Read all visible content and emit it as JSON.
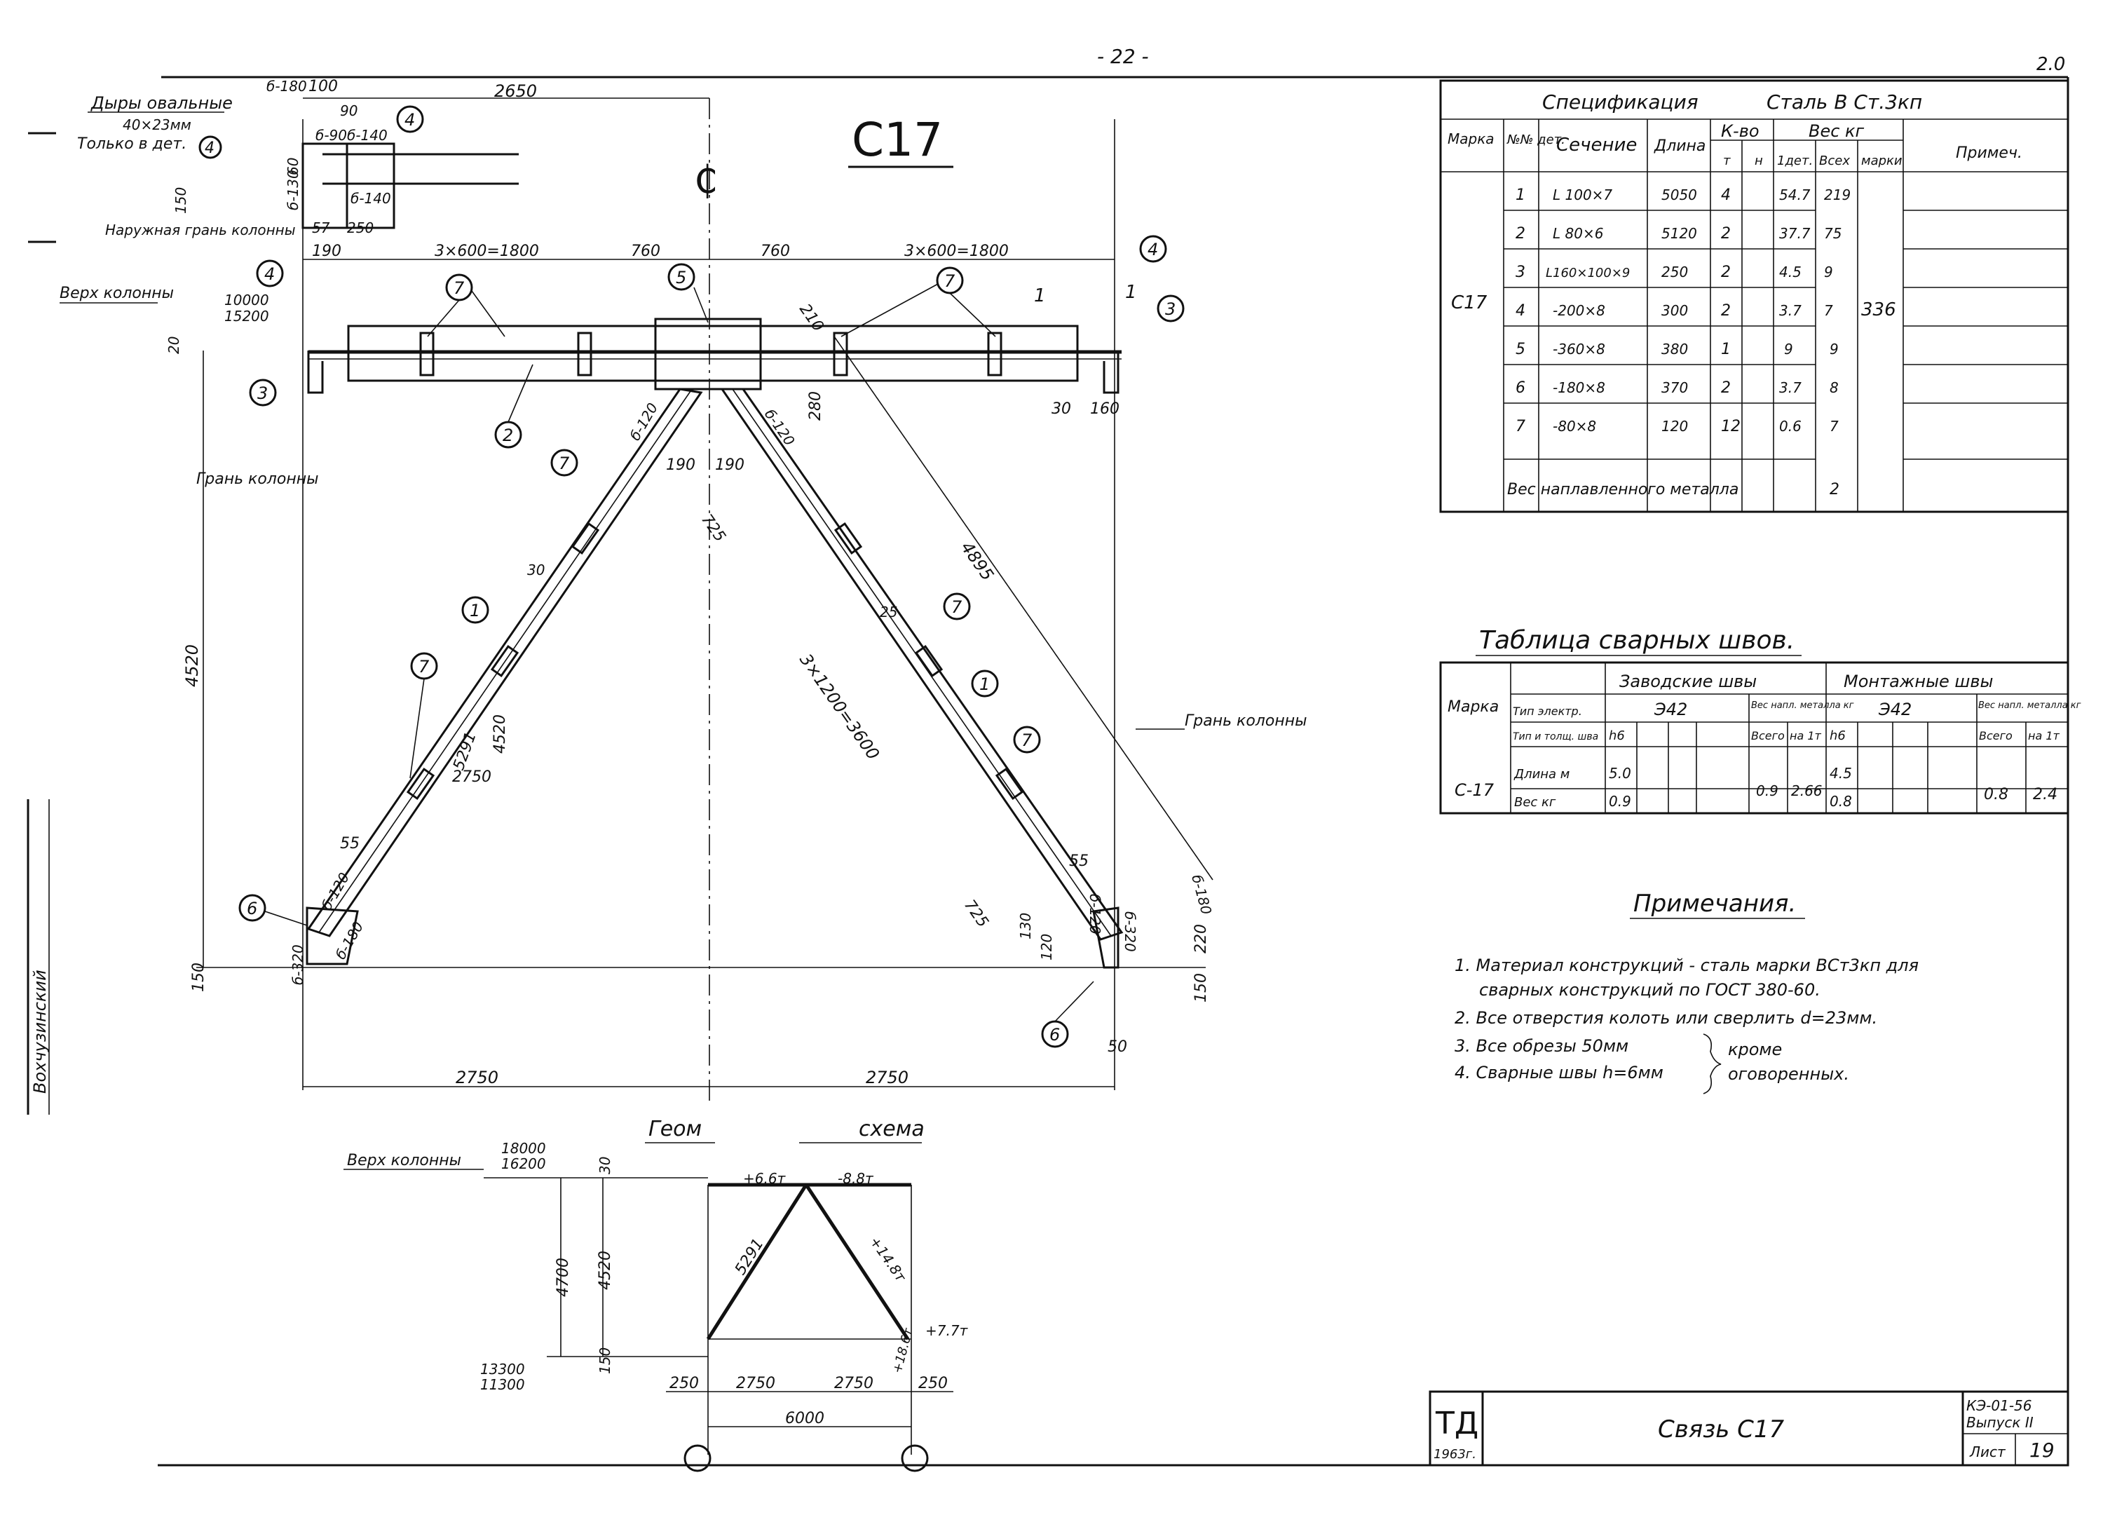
{
  "sheet": {
    "page_number": "- 22 -",
    "corner_mark": "2.0",
    "drawing_title": "C17",
    "center_mark": "₵",
    "stamp_org": "ТД",
    "stamp_year": "1963г.",
    "stamp_title": "Связь С17",
    "stamp_series": "КЭ-01-56",
    "stamp_issue": "Выпуск II",
    "stamp_sheet_label": "Лист",
    "stamp_sheet_no": "19",
    "margin_note": "Вохчузинский"
  },
  "labels": {
    "holes_oval": "Дыры овальные",
    "holes_size": "40×23мм",
    "holes_only": "Только в дет.",
    "outer_face": "Наружная грань колонны",
    "top_column": "Верх колонны",
    "face_column": "Грань колонны",
    "level1": "10000",
    "level2": "15200",
    "section_mark": "1",
    "scheme_title_1": "Геом",
    "scheme_title_2": "схема",
    "scheme_top": "Верх колонны",
    "scheme_lv1": "18000",
    "scheme_lv2": "16200",
    "scheme_lv3": "13300",
    "scheme_lv4": "11300"
  },
  "dims": {
    "d100": "100",
    "d2650": "2650",
    "d3x600": "3×600=1800",
    "d760a": "760",
    "d760b": "760",
    "d3x600b": "3×600=1800",
    "d190": "190",
    "d4520": "4520",
    "d2750a": "2750",
    "d2750b": "2750",
    "d150": "150",
    "d220": "220",
    "d50": "50",
    "d30": "30",
    "d160": "160",
    "d280": "280",
    "d190b": "190",
    "d190c": "190",
    "d725a": "725",
    "d725b": "725",
    "d3x1200": "3×1200=3600",
    "d4895": "4895",
    "d5291": "5291",
    "d2750c": "2750",
    "d4520b": "4520",
    "d210": "210",
    "d55a": "55",
    "d55b": "55",
    "d130": "130",
    "d120": "120",
    "d30b": "30",
    "d25": "25",
    "d10000": "10000",
    "d15200": "15200",
    "d20": "20",
    "d250": "250",
    "d57": "57",
    "d150b": "150",
    "d60": "60",
    "d90": "90"
  },
  "plates": {
    "p180": "б-180",
    "p140": "б-140",
    "p140b": "б-140",
    "p90": "б-90",
    "p130": "б-130",
    "p120a": "б-120",
    "p120b": "б-120",
    "p120c": "б-120",
    "p120d": "б-120",
    "p320a": "б-320",
    "p320b": "б-320",
    "p180b": "б-180",
    "p180c": "б-180",
    "p130b": "б-130"
  },
  "callouts": [
    "1",
    "2",
    "3",
    "4",
    "5",
    "6",
    "7"
  ],
  "spec": {
    "title_left": "Спецификация",
    "title_right": "Сталь В Ст.3кп",
    "h_mark": "Марка",
    "h_no": "№№ дет.",
    "h_section": "Сечение",
    "h_length": "Длина",
    "h_qty": "К-во",
    "h_qty_t": "т",
    "h_qty_n": "н",
    "h_weight": "Вес кг",
    "h_w1": "1дет.",
    "h_wall": "Всех",
    "h_wmark": "марки",
    "h_note": "Примеч.",
    "mark": "С17",
    "mark_total": "336",
    "rows": [
      {
        "no": "1",
        "section": "L 100×7",
        "length": "5050",
        "qty": "4",
        "w1": "54.7",
        "wall": "219"
      },
      {
        "no": "2",
        "section": "L 80×6",
        "length": "5120",
        "qty": "2",
        "w1": "37.7",
        "wall": "75"
      },
      {
        "no": "3",
        "section": "L160×100×9",
        "length": "250",
        "qty": "2",
        "w1": "4.5",
        "wall": "9"
      },
      {
        "no": "4",
        "section": "-200×8",
        "length": "300",
        "qty": "2",
        "w1": "3.7",
        "wall": "7"
      },
      {
        "no": "5",
        "section": "-360×8",
        "length": "380",
        "qty": "1",
        "w1": "9",
        "wall": "9"
      },
      {
        "no": "6",
        "section": "-180×8",
        "length": "370",
        "qty": "2",
        "w1": "3.7",
        "wall": "8"
      },
      {
        "no": "7",
        "section": "-80×8",
        "length": "120",
        "qty": "12",
        "w1": "0.6",
        "wall": "7"
      }
    ],
    "weld_row_label": "Вес наплавленного металла",
    "weld_row_value": "2"
  },
  "welds": {
    "title": "Таблица сварных швов.",
    "h_mark": "Марка",
    "h_factory": "Заводские швы",
    "h_site": "Монтажные швы",
    "h_electrode": "Тип электр.",
    "h_thickness": "Тип и толщ. шва",
    "h_weight_m": "Вес напл. металла кг",
    "h_total": "Всего",
    "h_per_t": "на 1т",
    "e42a": "Э42",
    "e42b": "Э42",
    "h6a": "h6",
    "h6b": "h6",
    "len_label": "Длина м",
    "wt_label": "Вес кг",
    "mark": "С-17",
    "f_len": "5.0",
    "f_wt": "0.9",
    "f_total": "0.9",
    "f_pert": "2.66",
    "s_len": "4.5",
    "s_wt": "0.8",
    "s_total": "0.8",
    "s_pert": "2.4"
  },
  "notes": {
    "title": "Примечания.",
    "n1a": "1.  Материал конструкций - сталь марки   ВСт3кп для",
    "n1b": "сварных конструкций по ГОСТ 380-60.",
    "n2": "2.  Все отверстия колоть или сверлить   d=23мм.",
    "n3": "3.  Все обрезы   50мм",
    "n4": "4.  Сварные швы   h=6мм",
    "brace1": "кроме",
    "brace2": "оговоренных."
  },
  "scheme": {
    "f1": "+6.6т",
    "f2": "-8.8т",
    "f3": "+14.8т",
    "f4": "+7.7т",
    "f5": "+18.6т",
    "len": "5291",
    "h4700": "4700",
    "h4520": "4520",
    "h30": "30",
    "h150": "150",
    "w250a": "250",
    "w2750a": "2750",
    "w2750b": "2750",
    "w250b": "250",
    "w6000": "6000"
  }
}
